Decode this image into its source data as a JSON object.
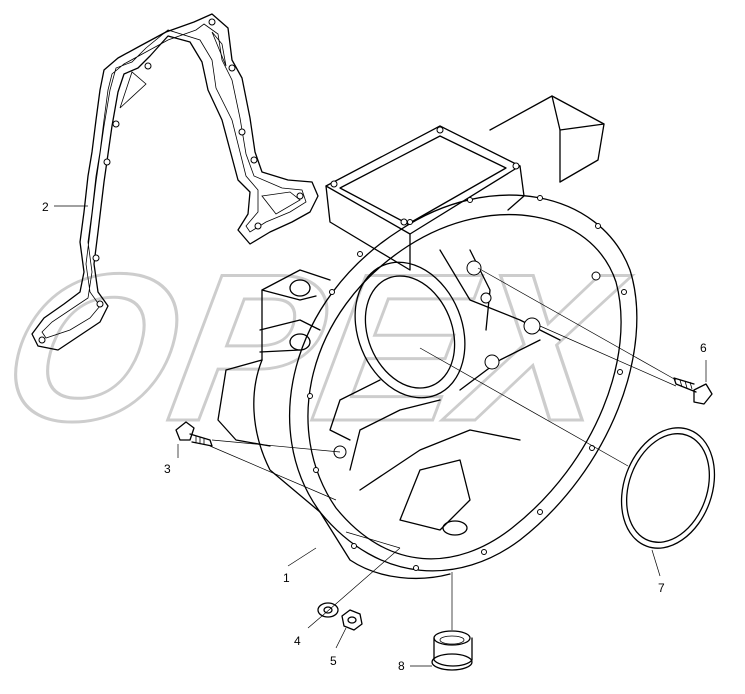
{
  "watermark": {
    "text": "OPEX"
  },
  "callouts": [
    {
      "id": 1,
      "text": "1"
    },
    {
      "id": 2,
      "text": "2"
    },
    {
      "id": 3,
      "text": "3"
    },
    {
      "id": 4,
      "text": "4"
    },
    {
      "id": 5,
      "text": "5"
    },
    {
      "id": 6,
      "text": "6"
    },
    {
      "id": 7,
      "text": "7"
    },
    {
      "id": 8,
      "text": "8"
    }
  ],
  "colors": {
    "line": "#000000",
    "watermark": "#d9d9d9",
    "background": "#ffffff"
  }
}
